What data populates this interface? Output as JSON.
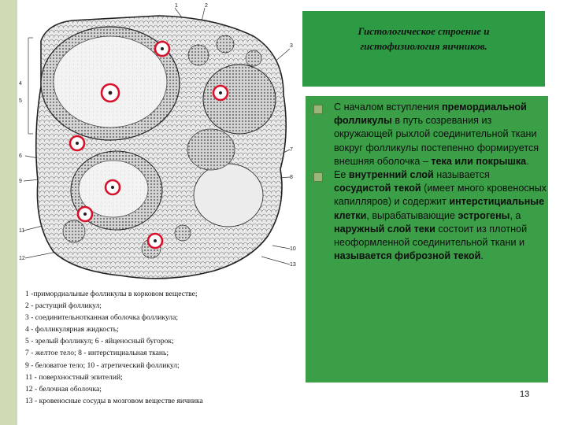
{
  "slide": {
    "title_line1": "Гистологическое строение и",
    "title_line2": "гистофизиология яичников.",
    "page_number": "13"
  },
  "figure": {
    "callout_numbers": [
      "1",
      "2",
      "3",
      "4",
      "5",
      "6",
      "7",
      "8",
      "9",
      "10",
      "11",
      "12",
      "13"
    ]
  },
  "legend": [
    "1 -примордиальные фолликулы в корковом веществе;",
    "2 - растущий фолликул;",
    "3 - соединительнотканная оболочка фолликула;",
    "4 - фолликулярная жидкость;",
    " 5 - зрелый фолликул; 6 - яйценосный бугорок;",
    "7 - желтое тело; 8 - интерстициальная ткань;",
    "9 - беловатое тело; 10 - атретический фолликул;",
    "11 - поверхностный эпителий;",
    " 12 - белочная оболочка;",
    "13 - кровеносные сосуды в мозговом веществе яичника"
  ],
  "bullets": {
    "b1_part1": "С началом вступления ",
    "b1_part2": "премордиальной фолликулы",
    "b1_part3": " в путь созревания из окружающей рыхлой соединительной ткани вокруг фолликулы постепенно формируется внешняя оболочка – ",
    "b1_part4": "тека или покрышка",
    "b1_part5": ".",
    "b2_part1": "Ее ",
    "b2_part2": "внутренний слой",
    "b2_part3": " называется ",
    "b2_part4": "сосудистой текой",
    "b2_part5": " (имеет много кровеносных капилляров) и содержит ",
    "b2_part6": "интерстициальные клетки",
    "b2_part7": ", вырабатывающие ",
    "b2_part8": "эстрогены",
    "b2_part9": ", а ",
    "b2_part10": "наружный слой теки",
    "b2_part11": " состоит из плотной неоформленной соединительной ткани и ",
    "b2_part12": "называется фиброзной текой",
    "b2_part13": "."
  },
  "colors": {
    "title_box": "#2d9a44",
    "content_box": "#3a9f47",
    "highlight_ring": "#d8102a",
    "left_strip": "#cfd9b3"
  }
}
